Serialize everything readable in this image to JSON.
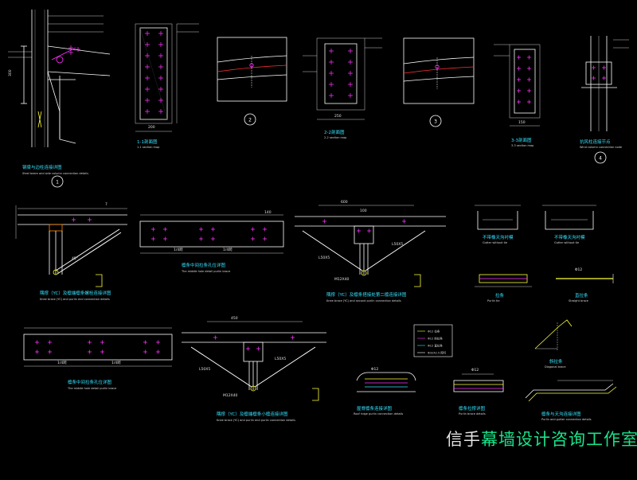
{
  "drawings": {
    "d1": {
      "title": "钢梁与边柱连接详图",
      "subtitle": "Steel beam and side column connection details",
      "tag": "1"
    },
    "s11": {
      "title": "1-1剖面图",
      "subtitle": "1-1 section map"
    },
    "c2": {
      "tag": "2"
    },
    "s22": {
      "title": "2-2剖面图",
      "subtitle": "2-2 section map"
    },
    "c3": {
      "tag": "3"
    },
    "s33": {
      "title": "3-3剖面图",
      "subtitle": "3-3 section map"
    },
    "d4": {
      "title": "抗风柱连接节点",
      "subtitle": "Wind column connection node",
      "tag": "4"
    },
    "kb1": {
      "title": "隅撑（YC）及檩端檩条螺栓连接详图",
      "subtitle": "Knee brace (YC) and purlin end connection details"
    },
    "ph1": {
      "title": "檩条中间拉条孔位详图",
      "subtitle": "The middle hole detail purlin brace"
    },
    "kb2": {
      "title": "隅撑（YC）及檩条搭接处第二檩连接详图",
      "subtitle": "Knee brace (YC) and second purlin connection details"
    },
    "tie1": {
      "title": "不带橡天沟衬模",
      "subtitle": "Gutter without tie"
    },
    "tie2": {
      "title": "不带橡天沟衬模",
      "subtitle": "Gutter without tie"
    },
    "cap": {
      "title": "拉条",
      "subtitle": "Purlin tie"
    },
    "rod": {
      "title": "直拉条",
      "subtitle": "Straight brace"
    },
    "ph2": {
      "title": "檩条中间拉条孔位详图",
      "subtitle": "The middle hole detail purlin brace"
    },
    "kb3": {
      "title": "隅撑（YC）及檩端檩条小檩连接详图",
      "subtitle": "Knee brace (YC) and purlin end purlin connection details"
    },
    "roof": {
      "title": "屋脊檩条连接详图",
      "subtitle": "Roof ridge purlin connection details"
    },
    "sag": {
      "title": "檩条拉撑详图",
      "subtitle": "Purlin brace details"
    },
    "gut": {
      "title": "檩条与天沟连接详图",
      "subtitle": "Purlin and gutter connection details"
    },
    "inc": {
      "title": "斜拉条",
      "subtitle": "Diagonal brace"
    }
  },
  "dimensions": {
    "d250": "250",
    "d200": "200",
    "d300": "300",
    "d600": "600",
    "d100": "100",
    "d150": "150",
    "d450": "450",
    "d7": "7",
    "d140": "140",
    "d20": "Φ12",
    "quarter": "1/4跨",
    "lsize": "L50X5",
    "bolt": "M12X40",
    "angle45": "45°"
  },
  "legend": {
    "items": [
      "Φ12 拉条",
      "Φ12 斜拉条",
      "Φ12 直拉条",
      "Φ32X2.5 撑杆"
    ]
  },
  "brand": {
    "part1": "信手",
    "part2": "幕墙设计咨询工作室"
  },
  "colors": {
    "background": "#000000",
    "line": "#ffffff",
    "accent_magenta": "#ff33ff",
    "accent_cyan": "#35e3ff",
    "accent_yellow": "#ffff33",
    "accent_red": "#ff3030",
    "brand_green": "#18e38a"
  }
}
